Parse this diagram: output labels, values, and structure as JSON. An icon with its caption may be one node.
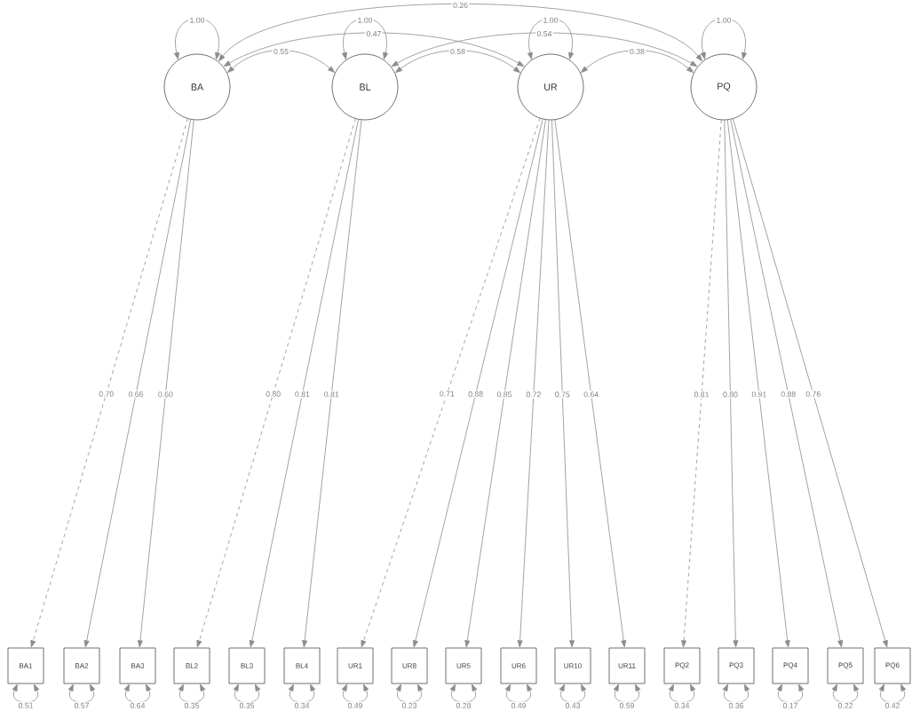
{
  "diagram": {
    "nodes": [
      {
        "text": [
          "BA"
        ]
      },
      {
        "text": [
          "BL"
        ]
      },
      {
        "text": [
          "UR"
        ]
      },
      {
        "text": [
          "PQ"
        ]
      },
      {
        "text": [
          "BA1"
        ]
      },
      {
        "text": [
          "BA2"
        ]
      },
      {
        "text": [
          "BA3"
        ]
      },
      {
        "text": [
          "BL2"
        ]
      },
      {
        "text": [
          "BL3"
        ]
      },
      {
        "text": [
          "BL4"
        ]
      },
      {
        "text": [
          "UR1"
        ]
      },
      {
        "text": [
          "UR8"
        ]
      },
      {
        "text": [
          "UR5"
        ]
      },
      {
        "text": [
          "UR6"
        ]
      },
      {
        "text": [
          "UR10"
        ]
      },
      {
        "text": [
          "UR11"
        ]
      },
      {
        "text": [
          "PQ2"
        ]
      },
      {
        "text": [
          "PQ3"
        ]
      },
      {
        "text": [
          "PQ4"
        ]
      },
      {
        "text": [
          "PQ5"
        ]
      },
      {
        "text": [
          "PQ6"
        ]
      }
    ],
    "edges": [
      {
        "from": 0,
        "to": 4,
        "arrow": "to",
        "label": "0.70",
        "style": "dashed"
      },
      {
        "from": 0,
        "to": 5,
        "arrow": "to",
        "label": "0.66"
      },
      {
        "from": 0,
        "to": 6,
        "arrow": "to",
        "label": "0.60"
      },
      {
        "from": 1,
        "to": 7,
        "arrow": "to",
        "label": "0.80",
        "style": "dashed"
      },
      {
        "from": 1,
        "to": 8,
        "arrow": "to",
        "label": "0.81"
      },
      {
        "from": 1,
        "to": 9,
        "arrow": "to",
        "label": "0.81"
      },
      {
        "from": 2,
        "to": 10,
        "arrow": "to",
        "label": "0.71",
        "style": "dashed"
      },
      {
        "from": 2,
        "to": 11,
        "arrow": "to",
        "label": "0.88"
      },
      {
        "from": 2,
        "to": 12,
        "arrow": "to",
        "label": "0.85"
      },
      {
        "from": 2,
        "to": 13,
        "arrow": "to",
        "label": "0.72"
      },
      {
        "from": 2,
        "to": 14,
        "arrow": "to",
        "label": "0.75"
      },
      {
        "from": 2,
        "to": 15,
        "arrow": "to",
        "label": "0.64"
      },
      {
        "from": 3,
        "to": 16,
        "arrow": "to",
        "label": "0.81",
        "style": "dashed"
      },
      {
        "from": 3,
        "to": 17,
        "arrow": "to",
        "label": "0.80"
      },
      {
        "from": 3,
        "to": 18,
        "arrow": "to",
        "label": "0.91"
      },
      {
        "from": 3,
        "to": 19,
        "arrow": "to",
        "label": "0.88"
      },
      {
        "from": 3,
        "to": 20,
        "arrow": "to",
        "label": "0.76"
      },
      {
        "from": 0,
        "to": 0,
        "arrow": "both",
        "label": "1.00"
      },
      {
        "from": 1,
        "to": 1,
        "arrow": "both",
        "label": "1.00"
      },
      {
        "from": 2,
        "to": 2,
        "arrow": "both",
        "label": "1.00"
      },
      {
        "from": 3,
        "to": 3,
        "arrow": "both",
        "label": "1.00"
      },
      {
        "from": 0,
        "to": 1,
        "arrow": "both",
        "label": "0.55"
      },
      {
        "from": 0,
        "to": 2,
        "arrow": "both",
        "label": "0.47"
      },
      {
        "from": 0,
        "to": 3,
        "arrow": "both",
        "label": "0.26"
      },
      {
        "from": 1,
        "to": 2,
        "arrow": "both",
        "label": "0.58"
      },
      {
        "from": 1,
        "to": 3,
        "arrow": "both",
        "label": "0.54"
      },
      {
        "from": 2,
        "to": 3,
        "arrow": "both",
        "label": "0.38"
      },
      {
        "from": 4,
        "to": 4,
        "arrow": "both",
        "label": "0.51"
      },
      {
        "from": 5,
        "to": 5,
        "arrow": "both",
        "label": "0.57"
      },
      {
        "from": 6,
        "to": 6,
        "arrow": "both",
        "label": "0.64"
      },
      {
        "from": 7,
        "to": 7,
        "arrow": "both",
        "label": "0.35"
      },
      {
        "from": 8,
        "to": 8,
        "arrow": "both",
        "label": "0.35"
      },
      {
        "from": 9,
        "to": 9,
        "arrow": "both",
        "label": "0.34"
      },
      {
        "from": 10,
        "to": 10,
        "arrow": "both",
        "label": "0.49"
      },
      {
        "from": 11,
        "to": 11,
        "arrow": "both",
        "label": "0.23"
      },
      {
        "from": 12,
        "to": 12,
        "arrow": "both",
        "label": "0.28"
      },
      {
        "from": 13,
        "to": 13,
        "arrow": "both",
        "label": "0.49"
      },
      {
        "from": 14,
        "to": 14,
        "arrow": "both",
        "label": "0.43"
      },
      {
        "from": 15,
        "to": 15,
        "arrow": "both",
        "label": "0.59"
      },
      {
        "from": 16,
        "to": 16,
        "arrow": "both",
        "label": "0.34"
      },
      {
        "from": 17,
        "to": 17,
        "arrow": "both",
        "label": "0.36"
      },
      {
        "from": 18,
        "to": 18,
        "arrow": "both",
        "label": "0.17"
      },
      {
        "from": 19,
        "to": 19,
        "arrow": "both",
        "label": "0.22"
      },
      {
        "from": 20,
        "to": 20,
        "arrow": "both",
        "label": "0.42"
      }
    ]
  }
}
